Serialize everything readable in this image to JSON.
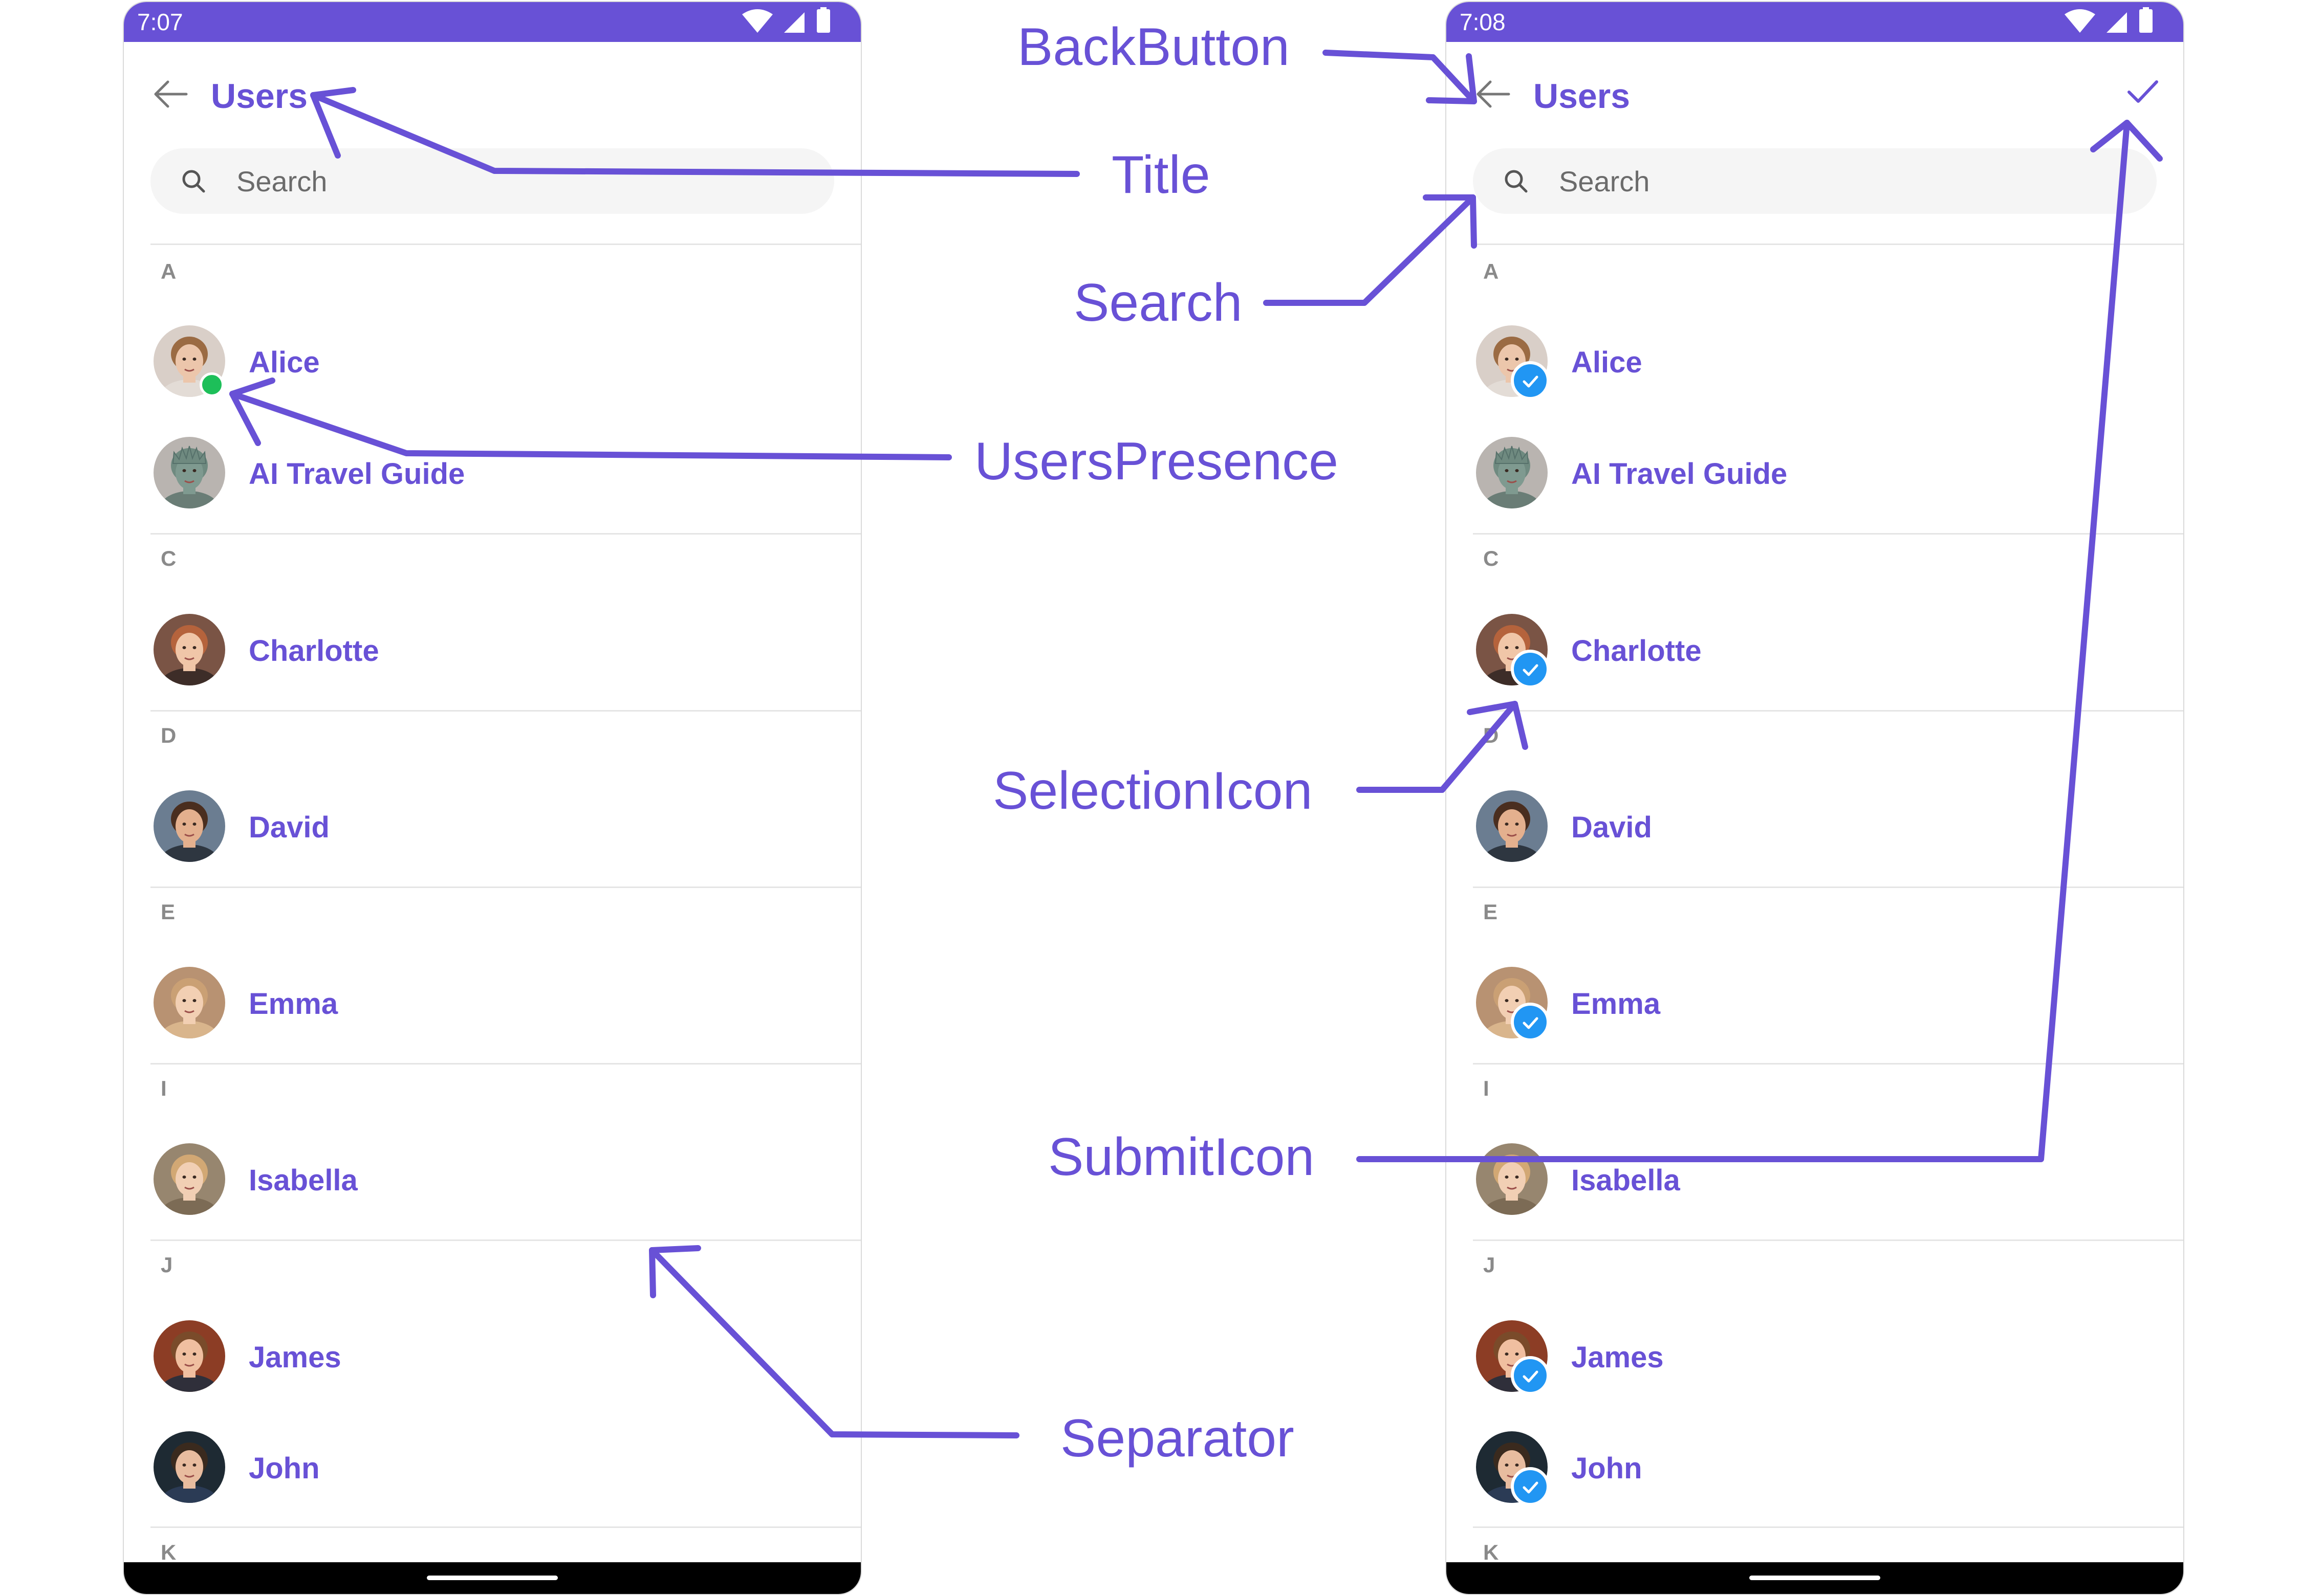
{
  "screens": [
    {
      "status_time": "7:07",
      "title": "Users",
      "search_placeholder": "Search",
      "sections": [
        {
          "letter": "A",
          "users": [
            {
              "name": "Alice",
              "avatar": "alice",
              "online": true
            },
            {
              "name": "AI Travel Guide",
              "avatar": "statue",
              "online": false
            }
          ]
        },
        {
          "letter": "C",
          "users": [
            {
              "name": "Charlotte",
              "avatar": "charlotte"
            }
          ]
        },
        {
          "letter": "D",
          "users": [
            {
              "name": "David",
              "avatar": "david"
            }
          ]
        },
        {
          "letter": "E",
          "users": [
            {
              "name": "Emma",
              "avatar": "emma"
            }
          ]
        },
        {
          "letter": "I",
          "users": [
            {
              "name": "Isabella",
              "avatar": "isabella"
            }
          ]
        },
        {
          "letter": "J",
          "users": [
            {
              "name": "James",
              "avatar": "james"
            },
            {
              "name": "John",
              "avatar": "john"
            }
          ]
        },
        {
          "letter": "K",
          "users": []
        }
      ]
    },
    {
      "status_time": "7:08",
      "title": "Users",
      "search_placeholder": "Search",
      "has_submit": true,
      "sections": [
        {
          "letter": "A",
          "users": [
            {
              "name": "Alice",
              "avatar": "alice",
              "selected": true
            },
            {
              "name": "AI Travel Guide",
              "avatar": "statue",
              "selected": false
            }
          ]
        },
        {
          "letter": "C",
          "users": [
            {
              "name": "Charlotte",
              "avatar": "charlotte",
              "selected": true
            }
          ]
        },
        {
          "letter": "D",
          "users": [
            {
              "name": "David",
              "avatar": "david",
              "selected": false
            }
          ]
        },
        {
          "letter": "E",
          "users": [
            {
              "name": "Emma",
              "avatar": "emma",
              "selected": true
            }
          ]
        },
        {
          "letter": "I",
          "users": [
            {
              "name": "Isabella",
              "avatar": "isabella",
              "selected": false
            }
          ]
        },
        {
          "letter": "J",
          "users": [
            {
              "name": "James",
              "avatar": "james",
              "selected": true
            },
            {
              "name": "John",
              "avatar": "john",
              "selected": true
            }
          ]
        },
        {
          "letter": "K",
          "users": []
        }
      ]
    }
  ],
  "callouts": {
    "back_button": "BackButton",
    "title": "Title",
    "search": "Search",
    "users_presence": "UsersPresence",
    "selection_icon": "SelectionIcon",
    "submit_icon": "SubmitIcon",
    "separator": "Separator"
  },
  "colors": {
    "primary": "#6851D6",
    "presence_online": "#1DBF59",
    "selection_badge": "#2196F3",
    "separator": "#E5E5E5",
    "search_background": "#F5F5F5"
  },
  "icons": [
    "back-arrow-icon",
    "search-icon",
    "checkmark-icon",
    "wifi-icon",
    "signal-icon",
    "battery-icon"
  ]
}
